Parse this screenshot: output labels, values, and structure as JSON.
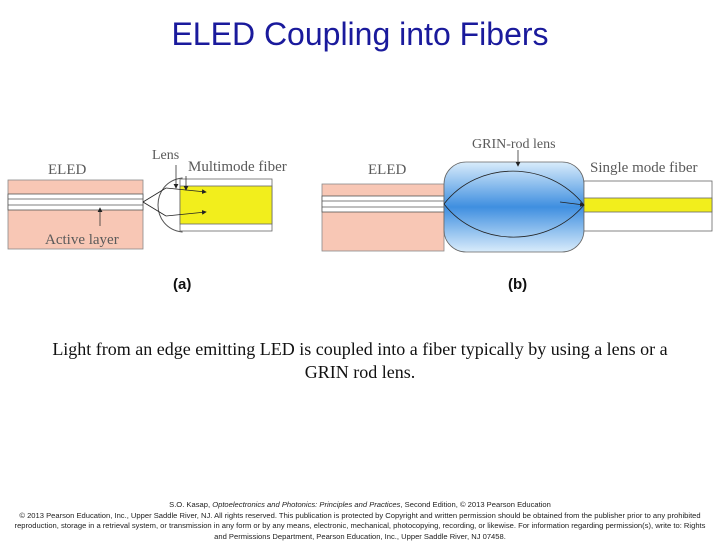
{
  "title": "ELED Coupling into Fibers",
  "figure": {
    "panel_a": {
      "eled_label": "ELED",
      "lens_label": "Lens",
      "fiber_label": "Multimode fiber",
      "active_layer_label": "Active layer",
      "panel_label": "(a)"
    },
    "panel_b": {
      "eled_label": "ELED",
      "lens_label": "GRIN-rod lens",
      "fiber_label": "Single mode fiber",
      "panel_label": "(b)"
    },
    "colors": {
      "eled": "#f8c7b5",
      "fiber_core": "#f2ee1c",
      "grin_lens": "#4a90e2",
      "title": "#1a1a9c"
    }
  },
  "caption": "Light from an edge emitting LED is coupled into a fiber typically by using a lens or a GRIN rod lens.",
  "credit": {
    "line1_prefix": "S.O. Kasap, ",
    "line1_italic": "Optoelectronics and Photonics: Principles and Practices",
    "line1_suffix": ", Second Edition, © 2013 Pearson Education",
    "line2": "© 2013 Pearson Education, Inc., Upper Saddle River, NJ. All rights reserved. This publication is protected by Copyright and written permission should be obtained from the publisher prior to any prohibited reproduction, storage in a retrieval system, or transmission in any form or by any means, electronic, mechanical, photocopying, recording, or likewise. For information regarding permission(s), write to: Rights and Permissions Department, Pearson Education, Inc., Upper Saddle River, NJ 07458."
  }
}
